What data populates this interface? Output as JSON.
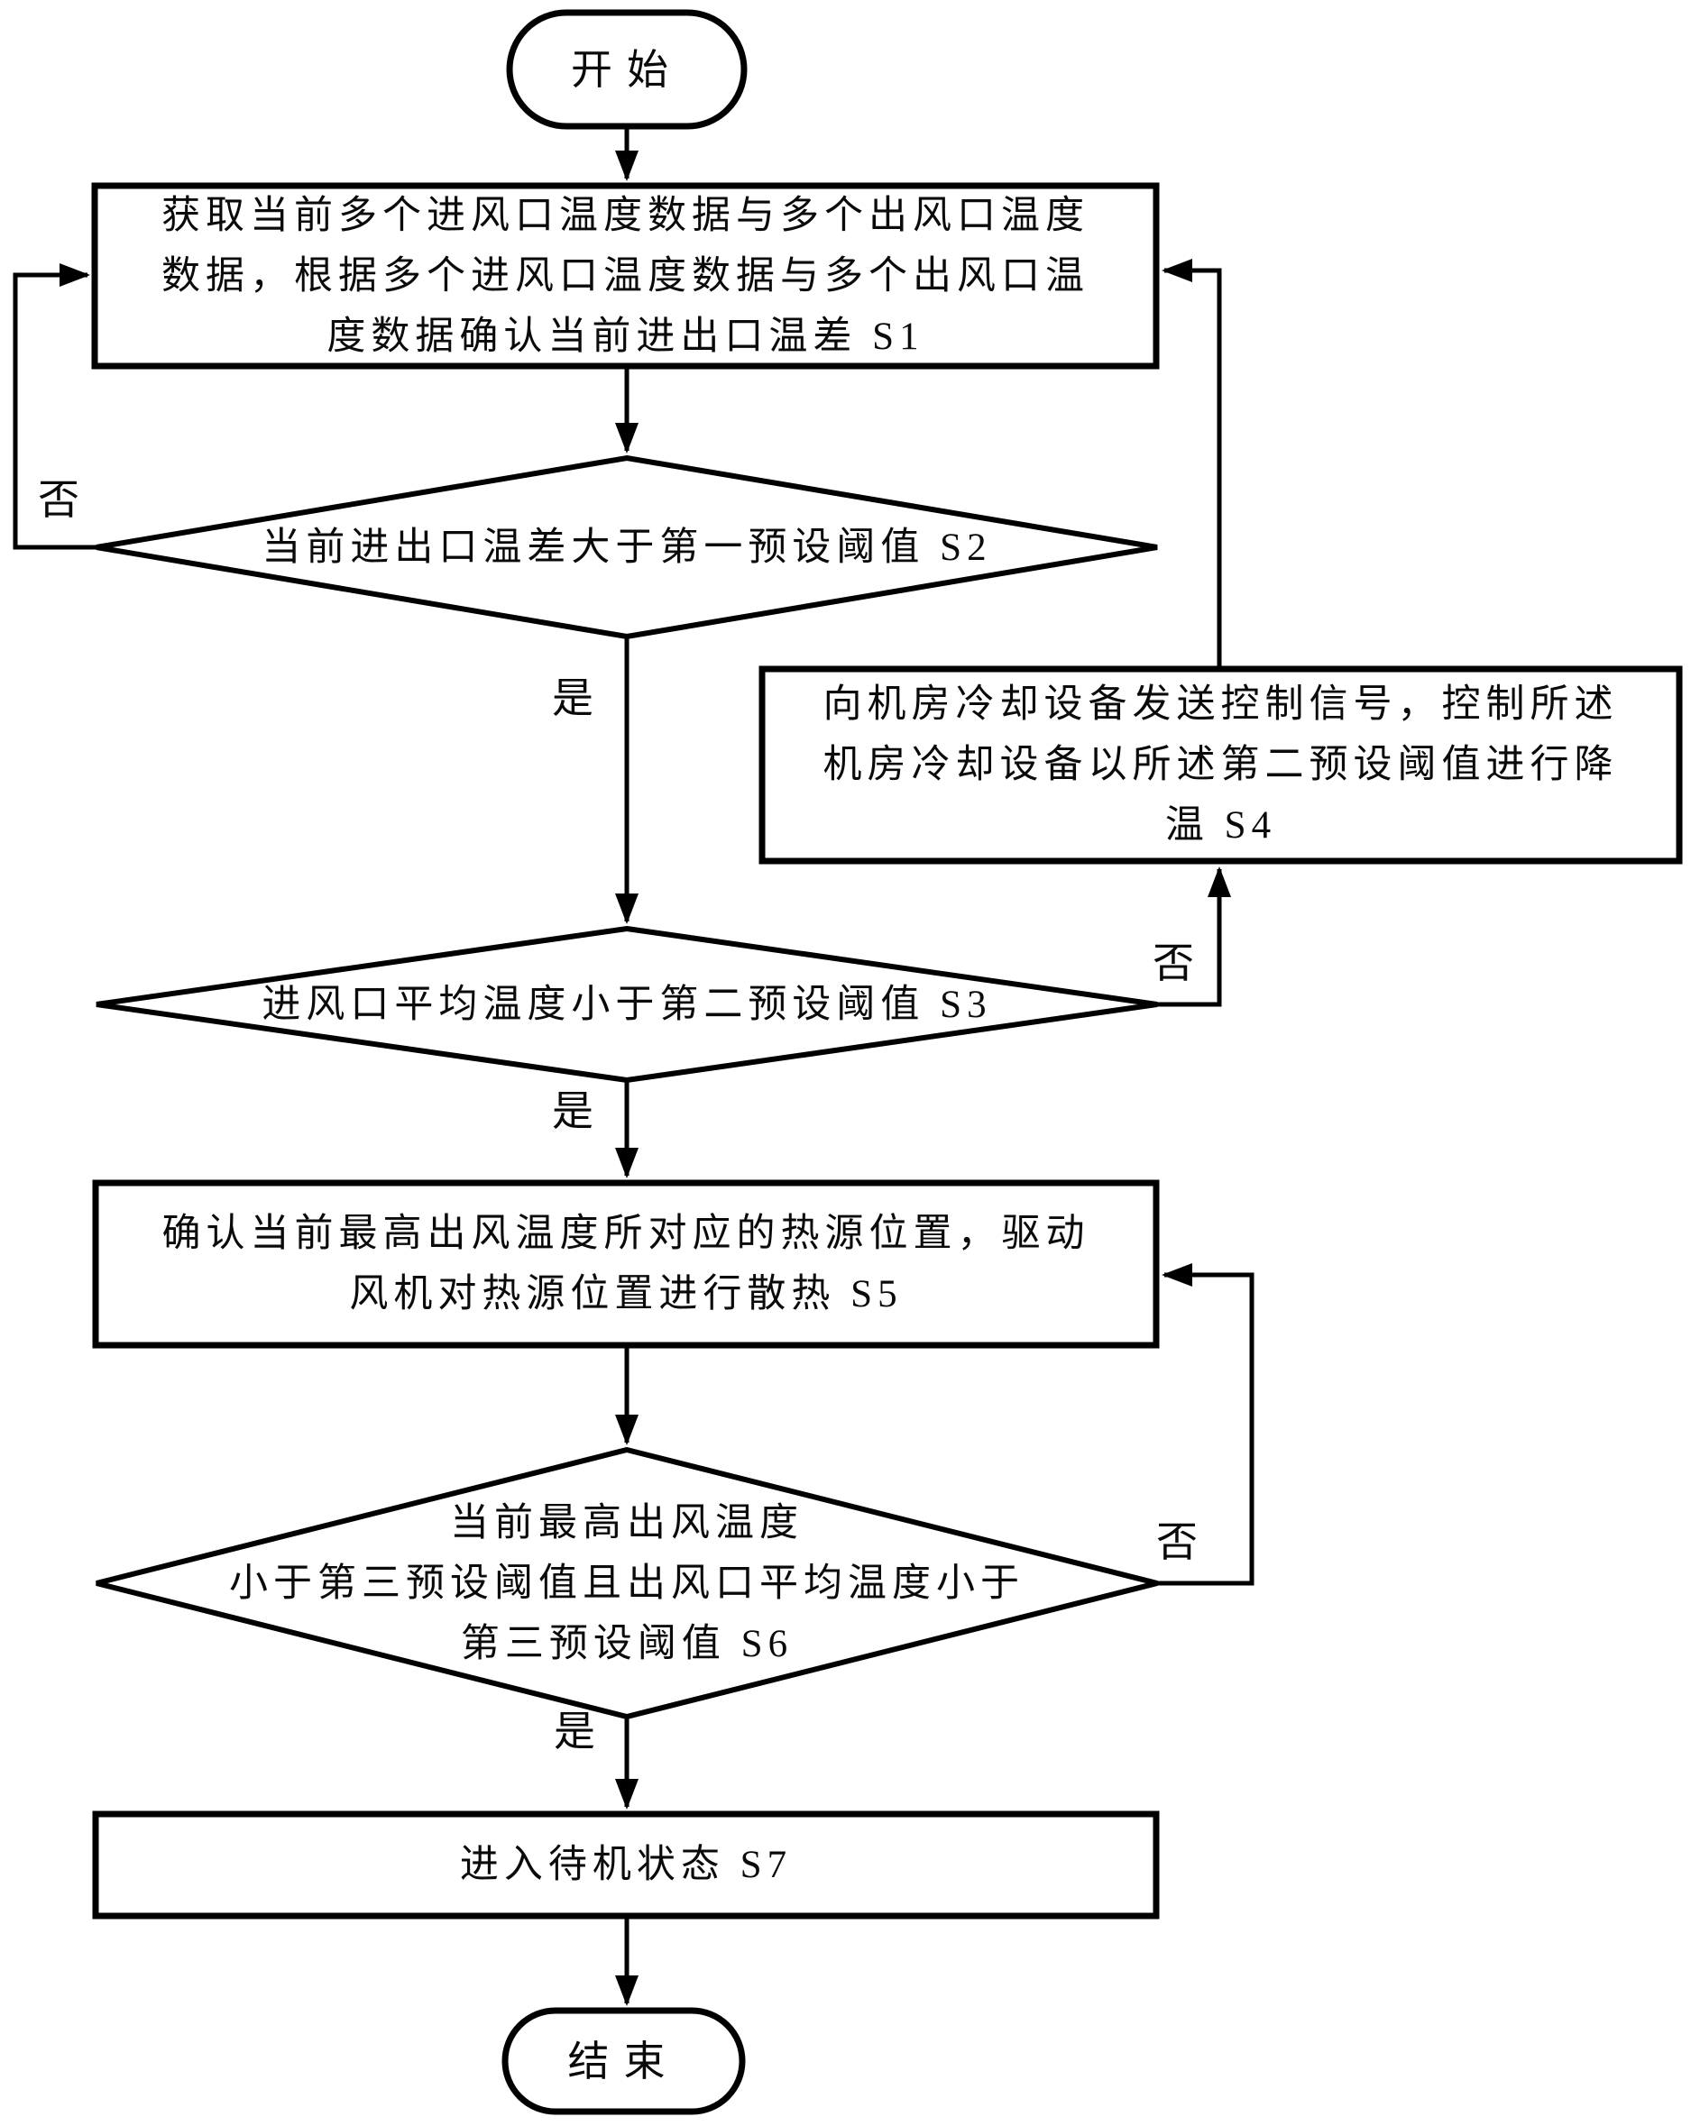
{
  "flowchart": {
    "start": {
      "label": "开始"
    },
    "s1": {
      "lines": [
        "获取当前多个进风口温度数据与多个出风口温度",
        "数据，根据多个进风口温度数据与多个出风口温",
        "度数据确认当前进出口温差  S1"
      ]
    },
    "s2": {
      "label": "当前进出口温差大于第一预设阈值  S2"
    },
    "s3": {
      "label": "进风口平均温度小于第二预设阈值  S3"
    },
    "s4": {
      "lines": [
        "向机房冷却设备发送控制信号，控制所述",
        "机房冷却设备以所述第二预设阈值进行降",
        "温  S4"
      ]
    },
    "s5": {
      "lines": [
        "确认当前最高出风温度所对应的热源位置，驱动",
        "风机对热源位置进行散热  S5"
      ]
    },
    "s6": {
      "lines": [
        "当前最高出风温度",
        "小于第三预设阈值且出风口平均温度小于",
        "第三预设阈值  S6"
      ]
    },
    "s7": {
      "label": "进入待机状态  S7"
    },
    "end": {
      "label": "结束"
    },
    "branch_labels": {
      "yes": "是",
      "no": "否"
    }
  },
  "colors": {
    "stroke": "#000000",
    "background": "#ffffff",
    "text": "#0a0a0a"
  }
}
